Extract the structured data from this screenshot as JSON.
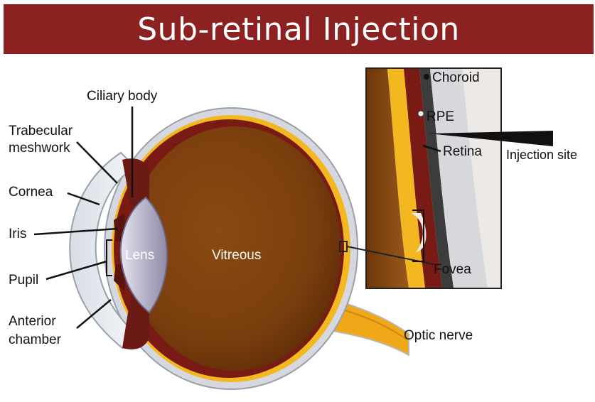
{
  "title": "Sub-retinal Injection",
  "labels": {
    "ciliary_body": "Ciliary body",
    "trabecular_line1": "Trabecular",
    "trabecular_line2": "meshwork",
    "cornea": "Cornea",
    "iris": "Iris",
    "pupil": "Pupil",
    "anterior_line1": "Anterior",
    "anterior_line2": "chamber",
    "lens": "Lens",
    "vitreous": "Vitreous",
    "optic_nerve": "Optic nerve",
    "choroid": "Choroid",
    "rpe": "RPE",
    "retina": "Retina",
    "injection_site": "Injection site",
    "fovea": "Fovea"
  },
  "colors": {
    "title_bg": "#8c2121",
    "vitreous": "#7a3d0c",
    "retina_red": "#7d1c16",
    "sclera_yellow": "#f3b820",
    "sclera_gray": "#c8ccd2",
    "lens": "#b9b6cc"
  }
}
